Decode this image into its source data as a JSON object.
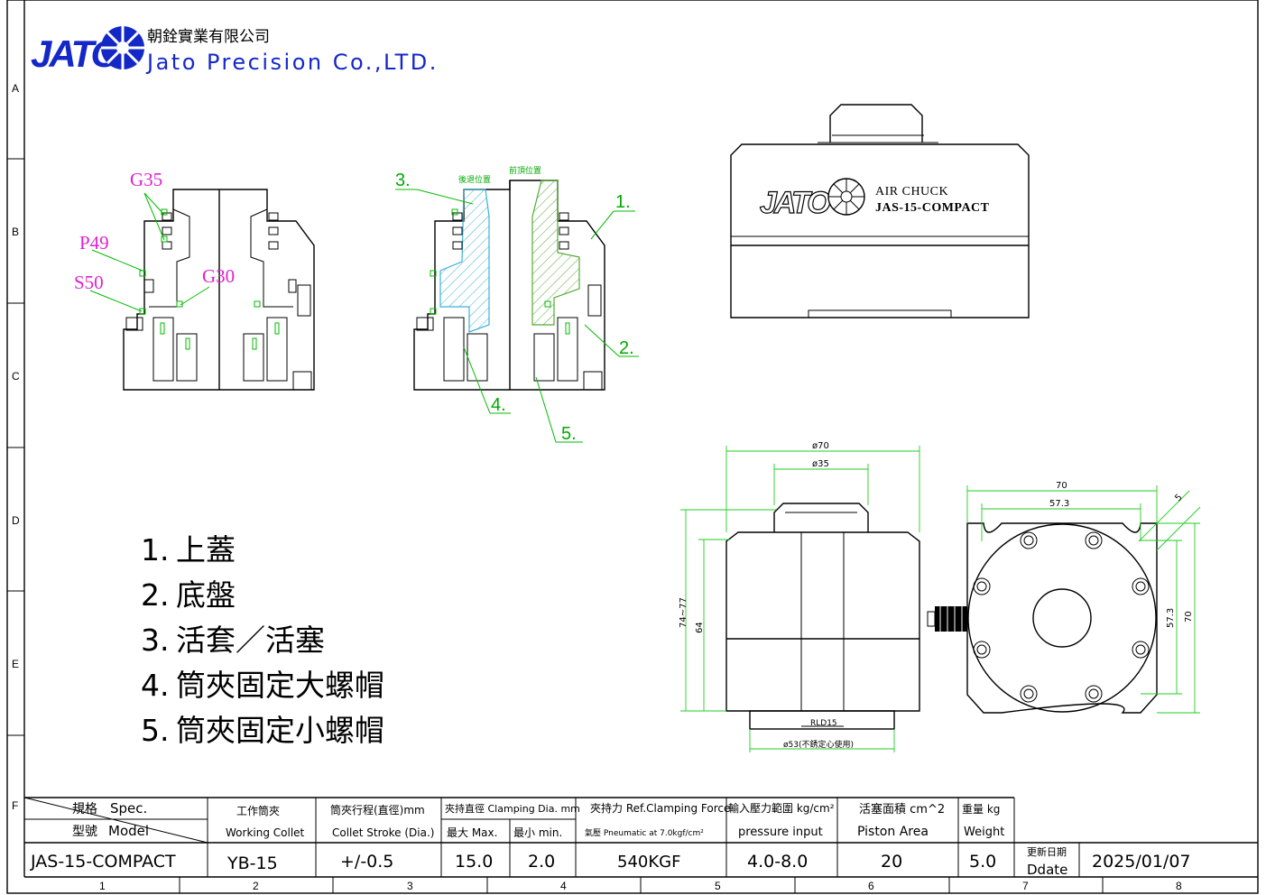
{
  "company": {
    "logo_text": "JATO",
    "name_cn": "朝銓實業有限公司",
    "name_en": "Jato Precision Co.,LTD."
  },
  "frame": {
    "row_labels": [
      "A",
      "B",
      "C",
      "D",
      "E",
      "F"
    ],
    "col_labels": [
      "1",
      "2",
      "3",
      "4",
      "5",
      "6",
      "7",
      "8"
    ]
  },
  "left_view": {
    "seal_labels": [
      "G35",
      "P49",
      "S50",
      "G30"
    ]
  },
  "mid_view": {
    "part_labels": [
      "1.",
      "2.",
      "3.",
      "4.",
      "5."
    ],
    "back_position": "後退位置",
    "front_position": "前頂位置"
  },
  "product": {
    "brand": "JATO",
    "line1": "AIR CHUCK",
    "line2": "JAS-15-COMPACT"
  },
  "parts_list": [
    {
      "no": "1.",
      "name": "上蓋"
    },
    {
      "no": "2.",
      "name": "底盤"
    },
    {
      "no": "3.",
      "name": "活套／活塞"
    },
    {
      "no": "4.",
      "name": "筒夾固定大螺帽"
    },
    {
      "no": "5.",
      "name": "筒夾固定小螺帽"
    }
  ],
  "front_dims": {
    "d70": "ø70",
    "d35": "ø35",
    "h7477": "74~77",
    "h64": "64",
    "rld": "RLD15",
    "d53": "ø53(不銹定心使用)"
  },
  "top_dims": {
    "w70": "70",
    "w573": "57.3",
    "h573": "57.3",
    "h70": "70",
    "corner": "5"
  },
  "spec_table": {
    "spec_cn": "規格",
    "spec_en": "Spec.",
    "model_cn": "型號",
    "model_en": "Model",
    "collet_h1": "工作筒夾",
    "collet_h2": "Working Collet",
    "stroke_h1": "筒夾行程(直徑)mm",
    "stroke_h2": "Collet Stroke (Dia.)",
    "clamp_h1": "夾持直徑 Clamping Dia.  mm",
    "max_label": "最大 Max.",
    "min_label": "最小 min.",
    "force_h1": "夾持力 Ref.Clamping Force",
    "force_h2": "氣壓 Pneumatic at 7.0kgf/cm²",
    "pressure_h1": "輸入壓力範圍 kg/cm²",
    "pressure_h2": "pressure input",
    "area_h1": "活塞面積 cm^2",
    "area_h2": "Piston Area",
    "weight_h1": "重量 kg",
    "weight_h2": "Weight",
    "date_h1": "更新日期",
    "date_h2": "Ddate",
    "model": "JAS-15-COMPACT",
    "collet": "YB-15",
    "stroke": "+/-0.5",
    "max": "15.0",
    "min": "2.0",
    "force": "540KGF",
    "pressure": "4.0-8.0",
    "area": "20",
    "weight": "5.0",
    "date": "2025/01/07"
  }
}
